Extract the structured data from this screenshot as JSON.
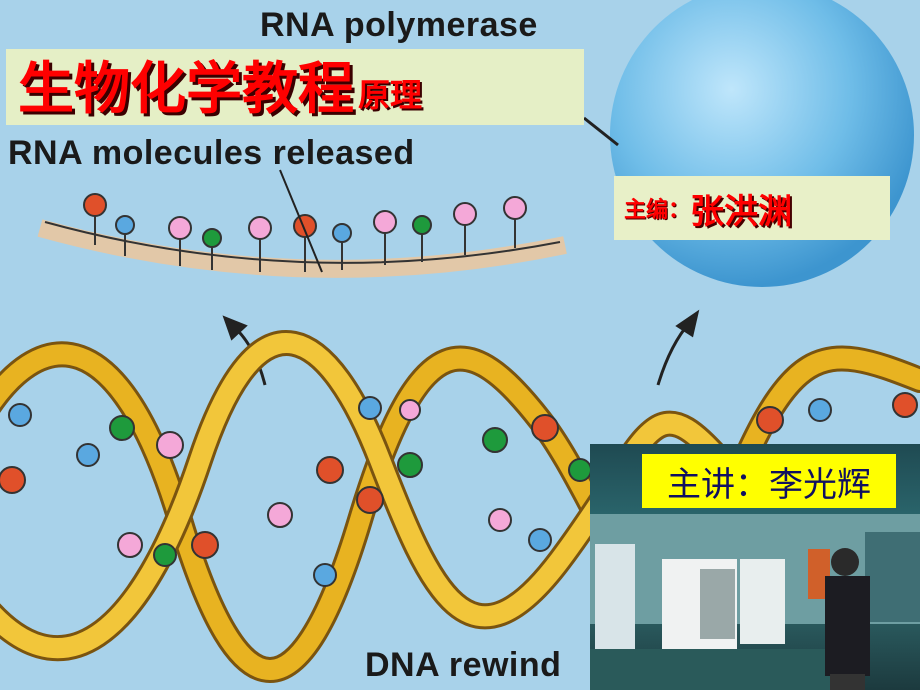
{
  "slide": {
    "title_main": "生物化学教程",
    "title_sub": "原理",
    "editor_label": "主编：",
    "editor_name": "张洪渊",
    "lecturer": "主讲：李光辉"
  },
  "diagram_labels": {
    "rna_polymerase": "RNA polymerase",
    "rna_released": "RNA molecules released",
    "dna_rewind": "DNA rewind"
  },
  "colors": {
    "background": "#a8d2ea",
    "title_red": "#ff0000",
    "lecturer_box": "#ffff00",
    "helix": "#e8b321"
  }
}
